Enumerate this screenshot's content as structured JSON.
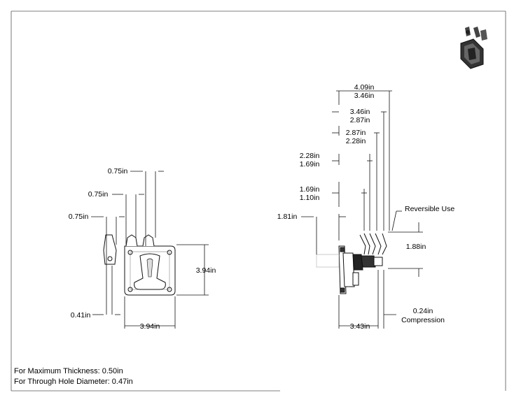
{
  "front_view": {
    "width_label": "0.75in",
    "width_label_2": "0.75in",
    "width_label_3": "0.75in",
    "offset_label": "0.41in",
    "plate_width": "3.94in",
    "plate_height": "3.94in"
  },
  "side_view": {
    "dim_a": [
      "4.09in",
      "3.46in"
    ],
    "dim_b": [
      "3.46in",
      "2.87in"
    ],
    "dim_c": [
      "2.87in",
      "2.28in"
    ],
    "dim_d": [
      "2.28in",
      "1.69in"
    ],
    "dim_e": [
      "1.69in",
      "1.10in"
    ],
    "left_label": "1.81in",
    "reversible_label": "Reversible Use",
    "height_label": "1.88in",
    "bottom_label": "3.43in",
    "compression_value": "0.24in",
    "compression_label": "Compression"
  },
  "notes": {
    "max_thickness": "For Maximum Thickness: 0.50in",
    "through_hole": "For Through Hole Diameter: 0.47in"
  }
}
